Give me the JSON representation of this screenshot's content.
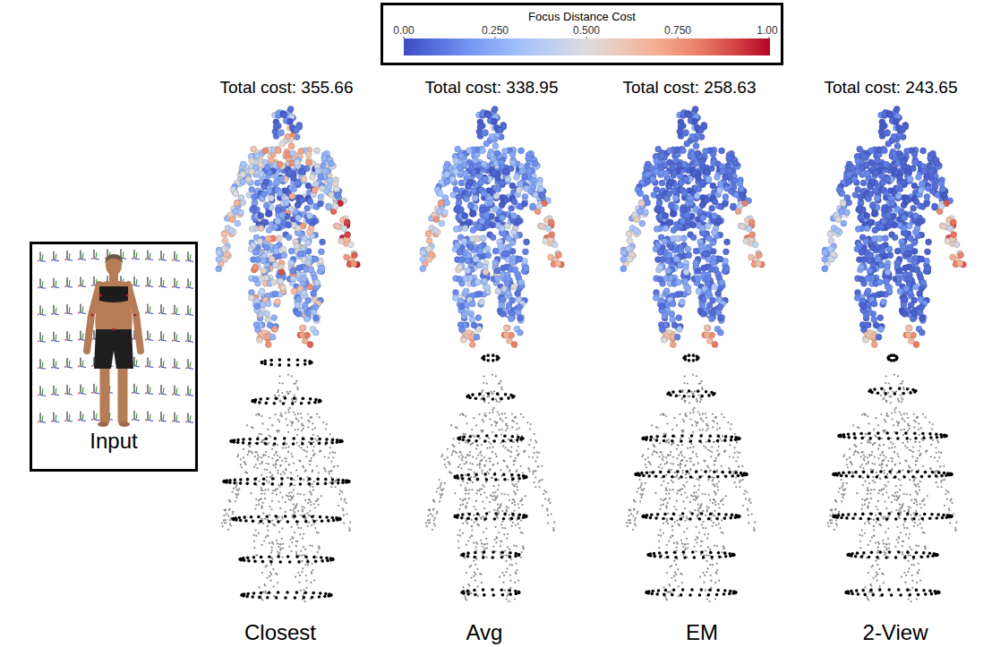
{
  "diagram": {
    "nodes": [
      {
        "text": [
          "Focus Distance Cost"
        ]
      },
      {
        "text": [
          "Input"
        ]
      }
    ],
    "edges": [],
    "labels": [
      "0.00",
      "0.250",
      "0.500",
      "0.750",
      "1.00",
      "Total cost: 355.66",
      "Total cost: 338.95",
      "Total cost: 258.63",
      "Total cost: 243.65",
      "Closest",
      "Avg",
      "EM",
      "2-View"
    ]
  }
}
